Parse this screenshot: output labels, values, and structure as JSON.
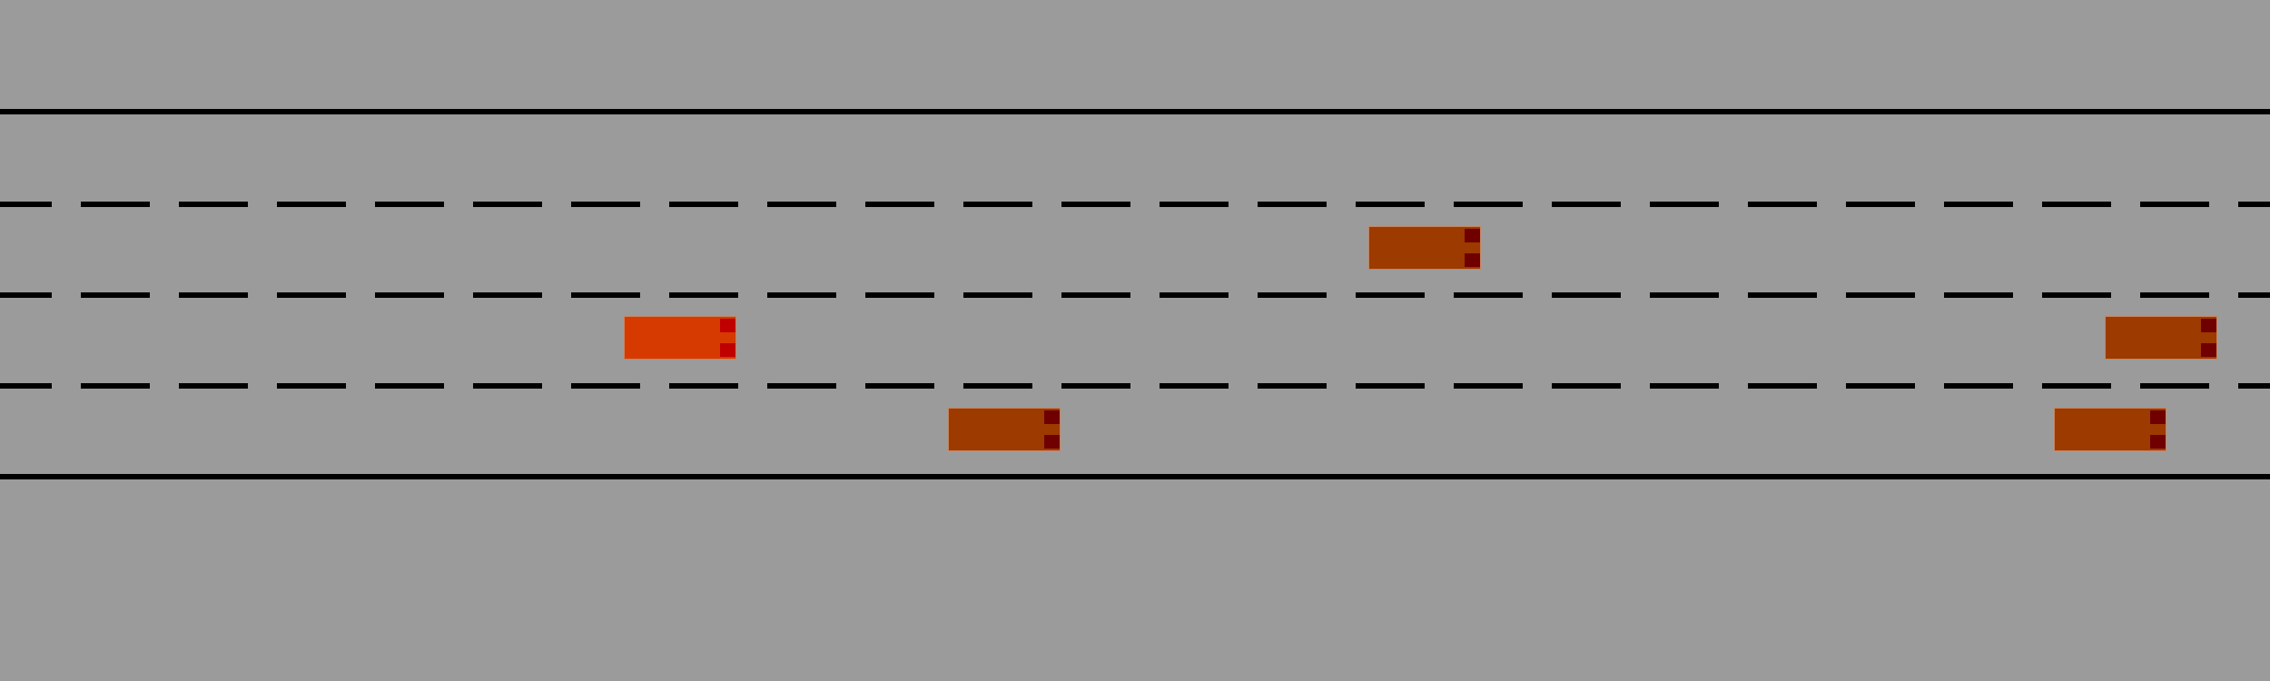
{
  "colors": {
    "road": "#9b9b9b",
    "line": "#000000",
    "ego_body": "#d63a00",
    "ego_lights": "#c00000",
    "traffic_body": "#9c3a00",
    "traffic_lights": "#700000"
  },
  "scene": {
    "lanes": 4,
    "vehicles": [
      {
        "name": "ego-vehicle",
        "role": "ego",
        "lane": 3
      },
      {
        "name": "traffic-vehicle-1",
        "role": "traffic",
        "lane": 2
      },
      {
        "name": "traffic-vehicle-2",
        "role": "traffic",
        "lane": 3
      },
      {
        "name": "traffic-vehicle-3",
        "role": "traffic",
        "lane": 4
      },
      {
        "name": "traffic-vehicle-4",
        "role": "traffic",
        "lane": 4
      }
    ]
  }
}
